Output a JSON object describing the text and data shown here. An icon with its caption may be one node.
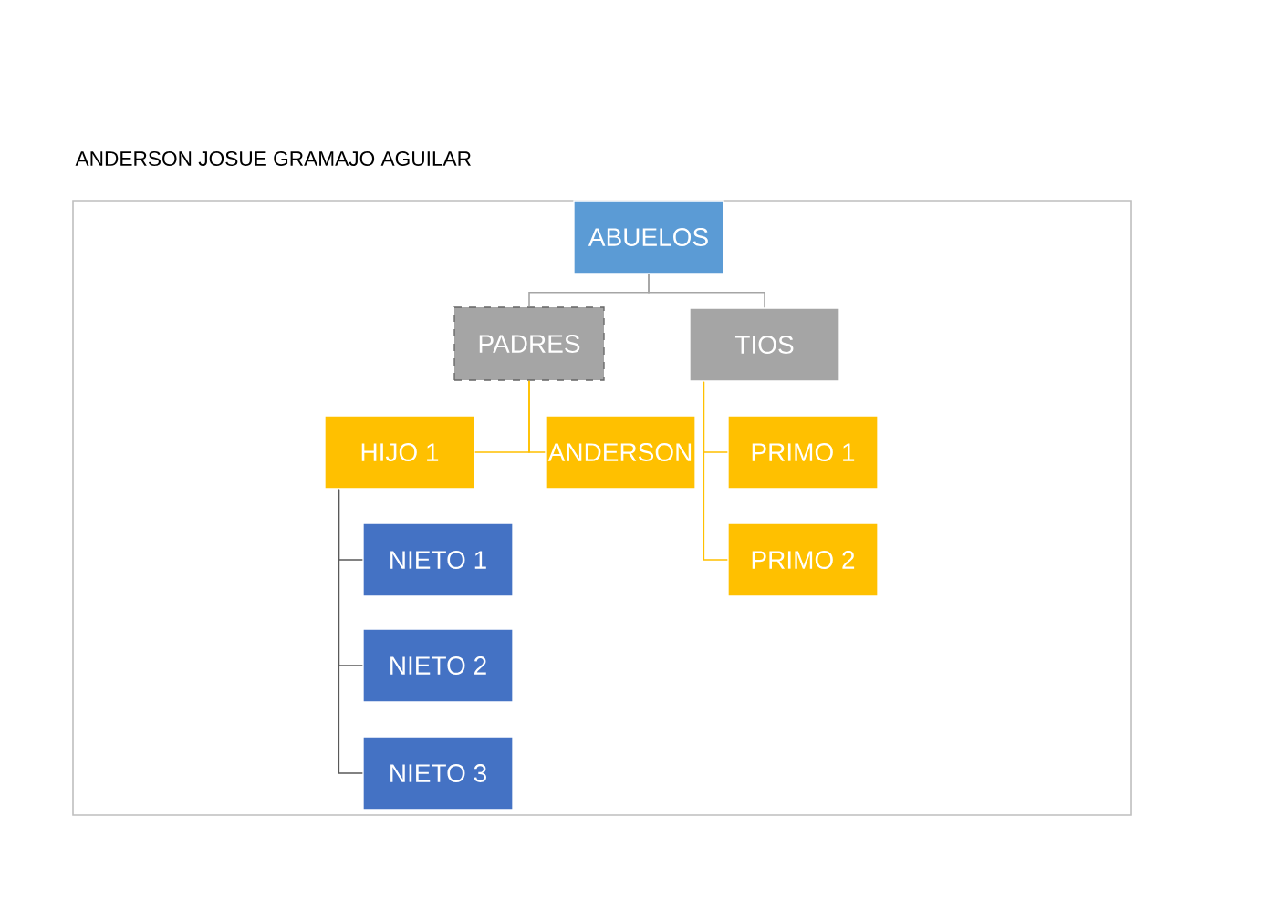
{
  "diagram": {
    "title": "ANDERSON JOSUE GRAMAJO AGUILAR",
    "nodes": [
      {
        "text": [
          "ABUELOS"
        ]
      },
      {
        "text": [
          "PADRES"
        ]
      },
      {
        "text": [
          "TIOS"
        ]
      },
      {
        "text": [
          "HIJO 1"
        ]
      },
      {
        "text": [
          "ANDERSON"
        ]
      },
      {
        "text": [
          "PRIMO 1"
        ]
      },
      {
        "text": [
          "PRIMO 2"
        ]
      },
      {
        "text": [
          "NIETO 1"
        ]
      },
      {
        "text": [
          "NIETO 2"
        ]
      },
      {
        "text": [
          "NIETO 3"
        ]
      }
    ],
    "edges": [
      {
        "from": 0,
        "to": 1,
        "arrow": "none",
        "color": "#a5a5a5"
      },
      {
        "from": 0,
        "to": 2,
        "arrow": "none",
        "color": "#a5a5a5"
      },
      {
        "from": 1,
        "to": 3,
        "arrow": "none"
      },
      {
        "from": 1,
        "to": 4,
        "arrow": "none"
      },
      {
        "from": 2,
        "to": 5,
        "arrow": "none"
      },
      {
        "from": 2,
        "to": 6,
        "arrow": "none"
      },
      {
        "from": 3,
        "to": 7,
        "arrow": "none",
        "color": "#595959"
      },
      {
        "from": 3,
        "to": 8,
        "arrow": "none",
        "color": "#595959"
      },
      {
        "from": 3,
        "to": 9,
        "arrow": "none",
        "color": "#595959"
      }
    ]
  }
}
